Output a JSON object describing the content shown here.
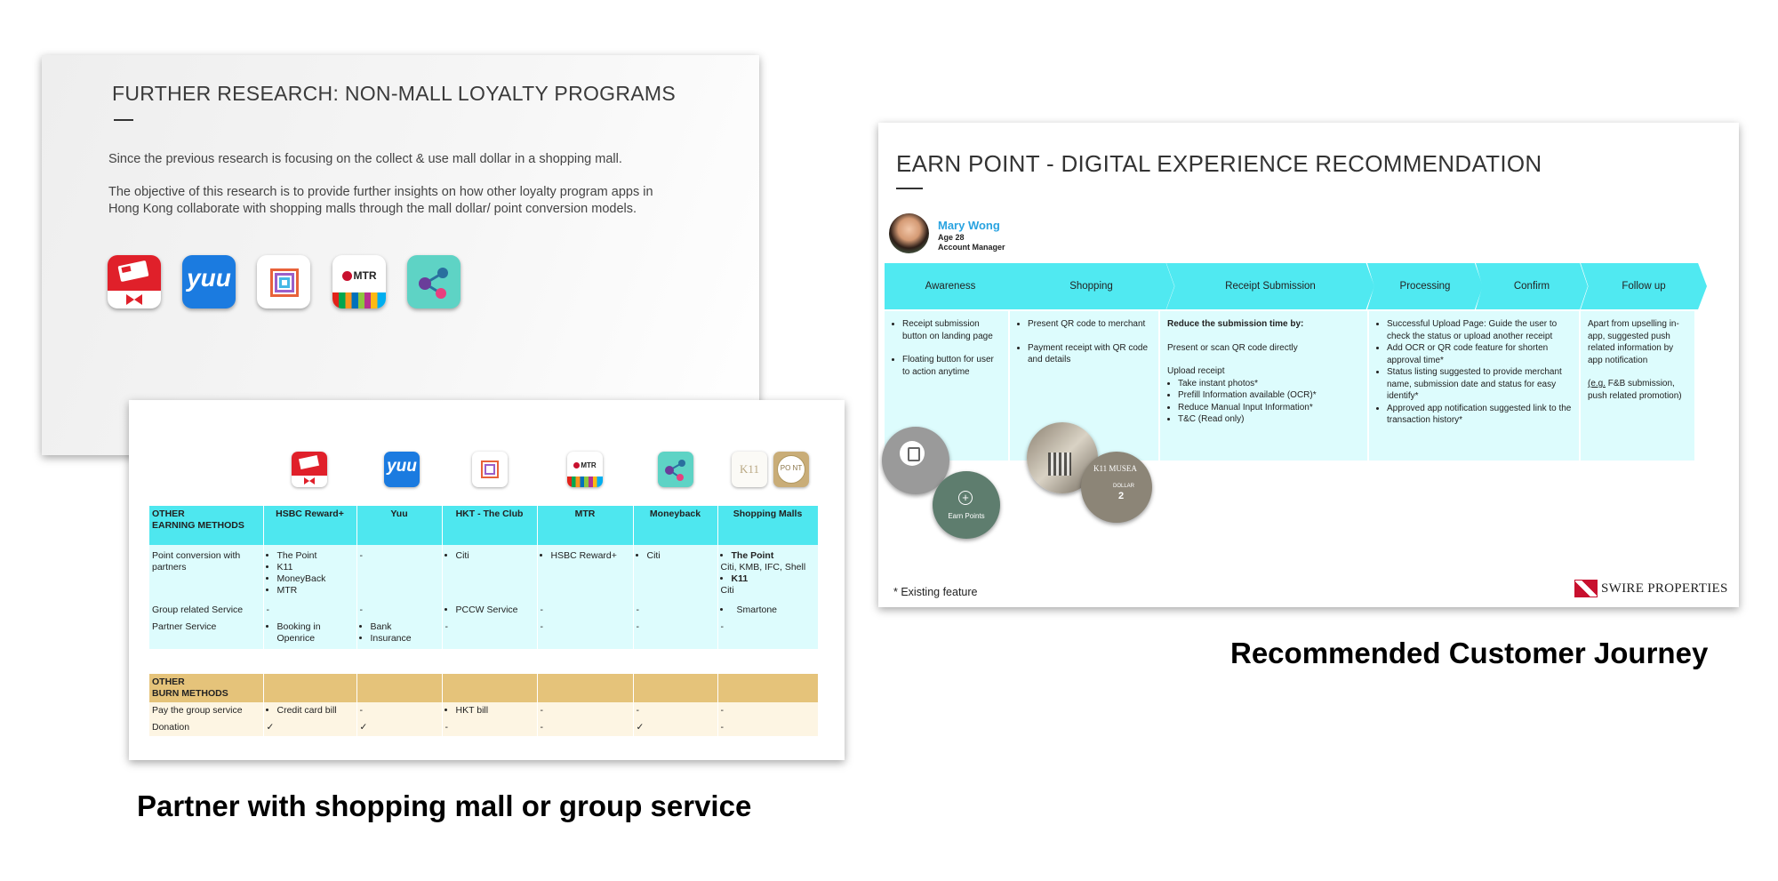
{
  "slide1": {
    "title": "FURTHER RESEARCH: NON-MALL LOYALTY PROGRAMS",
    "paragraph1": "Since the previous research is focusing on the collect & use mall dollar in a shopping mall.",
    "paragraph2": "The objective of this research is to provide further insights on how other loyalty program apps in Hong Kong collaborate with shopping malls through the mall dollar/ point conversion models.",
    "apps": [
      "hsbc-app-icon",
      "yuu-app-icon",
      "hkt-club-app-icon",
      "mtr-app-icon",
      "moneyback-app-icon"
    ],
    "yuu_label": "yuu",
    "mtr_label": "MTR"
  },
  "slide2": {
    "k11_label": "K11",
    "ponte_label": "PO NT",
    "earn_header": [
      "OTHER\nEARNING METHODS",
      "HSBC Reward+",
      "Yuu",
      "HKT - The Club",
      "MTR",
      "Moneyback",
      "Shopping Malls"
    ],
    "earn_rows": [
      {
        "label": "Point conversion with partners",
        "hsbc": [
          "The Point",
          "K11",
          "MoneyBack",
          "MTR"
        ],
        "yuu": "-",
        "hkt": [
          "Citi"
        ],
        "mtr": [
          "HSBC Reward+"
        ],
        "moneyback": [
          "Citi"
        ],
        "malls": {
          "b1": "The Point",
          "t1": "Citi, KMB, IFC, Shell",
          "b2": "K11",
          "t2": "Citi"
        }
      },
      {
        "label": "Group related Service",
        "hsbc": "-",
        "yuu": "-",
        "hkt": [
          "PCCW Service"
        ],
        "mtr": "-",
        "moneyback": "-",
        "malls": [
          "Smartone"
        ]
      },
      {
        "label": "Partner Service",
        "hsbc": [
          "Booking in Openrice"
        ],
        "yuu": [
          "Bank",
          "Insurance"
        ],
        "hkt": "-",
        "mtr": "-",
        "moneyback": "-",
        "malls": "-"
      }
    ],
    "burn_header": "OTHER\nBURN METHODS",
    "burn_rows": [
      {
        "label": "Pay the group service",
        "hsbc": [
          "Credit card bill"
        ],
        "yuu": "-",
        "hkt": [
          "HKT bill"
        ],
        "mtr": "-",
        "moneyback": "-",
        "malls": "-"
      },
      {
        "label": "Donation",
        "hsbc": "✓",
        "yuu": "✓",
        "hkt": "-",
        "mtr": "-",
        "moneyback": "✓",
        "malls": "-"
      }
    ]
  },
  "slide3": {
    "title": "EARN POINT - DIGITAL EXPERIENCE RECOMMENDATION",
    "persona": {
      "name": "Mary Wong",
      "age": "Age 28",
      "role": "Account Manager"
    },
    "stages": [
      "Awareness",
      "Shopping",
      "Receipt Submission",
      "Processing",
      "Confirm",
      "Follow up"
    ],
    "awareness": [
      "Receipt submission button on landing page",
      "Floating button for user to action anytime"
    ],
    "shopping": [
      "Present QR code to merchant",
      "Payment receipt with QR code and details"
    ],
    "receipt": {
      "heading": "Reduce the submission time by:",
      "line1": "Present or scan QR code directly",
      "line2": "Upload receipt",
      "items": [
        "Take instant photos*",
        "Prefill Information available (OCR)*",
        "Reduce Manual Input Information*",
        "T&C (Read only)"
      ]
    },
    "processing": [
      "Successful Upload Page: Guide the user to check the status or upload another receipt",
      "Add OCR or QR code feature for shorten approval time*",
      "Status listing suggested to provide merchant name, submission date and status for easy identify*",
      "Approved app notification suggested link to the transaction history*"
    ],
    "followup": {
      "p1": "Apart from upselling in-app, suggested push related information by app notification",
      "eg": "(e.g.",
      "p2": " F&B submission, push related promotion)"
    },
    "circle_labels": {
      "earn_points": "Earn Points",
      "k11": "K11 MUSEA",
      "dollar": "DOLLAR",
      "two": "2"
    },
    "footnote": "* Existing feature",
    "brand": "SWIRE PROPERTIES"
  },
  "captions": {
    "left": "Partner with shopping mall or group service",
    "right": "Recommended Customer Journey"
  },
  "colors": {
    "cyan": "#50e9f1",
    "light_cyan": "#ddfcfd",
    "gold": "#e5c37a",
    "cream": "#fdf5e3",
    "persona_blue": "#29a3e0"
  }
}
